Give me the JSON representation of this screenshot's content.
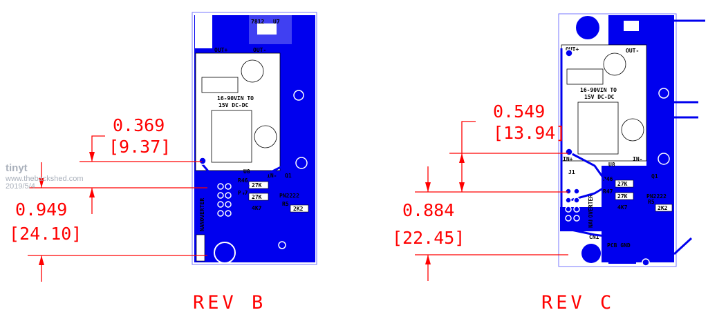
{
  "watermark": {
    "name": "tinyt",
    "site": "www.thebackshed.com",
    "date": "2019/5/4"
  },
  "rev_b": {
    "label": "REV B",
    "dim_top": {
      "inch": "0.369",
      "mm": "[9.37]"
    },
    "dim_bottom": {
      "inch": "0.949",
      "mm": "[24.10]"
    },
    "module_text": [
      "16-90VIN TO",
      "15V DC-DC"
    ],
    "silkscreen": [
      "OUT+",
      "OUT-",
      "U8",
      "IN-",
      "R46",
      "R47",
      "27K",
      "27K",
      "4K7",
      "R5",
      "2K2",
      "Q1",
      "PN2222",
      "NANOVERTER",
      "7812",
      "U7"
    ]
  },
  "rev_c": {
    "label": "REV C",
    "dim_top": {
      "inch": "0.549",
      "mm": "[13.94]"
    },
    "dim_bottom": {
      "inch": "0.884",
      "mm": "[22.45]"
    },
    "module_text": [
      "16-90VIN TO",
      "15V DC-DC"
    ],
    "silkscreen": [
      "OUT+",
      "OUT-",
      "IN+",
      "IN-",
      "U8",
      "J1",
      "R46",
      "R47",
      "27K",
      "27K",
      "4K7",
      "R5",
      "2K2",
      "Q1",
      "PN2222",
      "NANOVERTER",
      "CN1",
      "PCB GND"
    ]
  },
  "colors": {
    "copper": "#0000ee",
    "dimension": "#ff0000",
    "watermark": "#a9b0bb"
  }
}
